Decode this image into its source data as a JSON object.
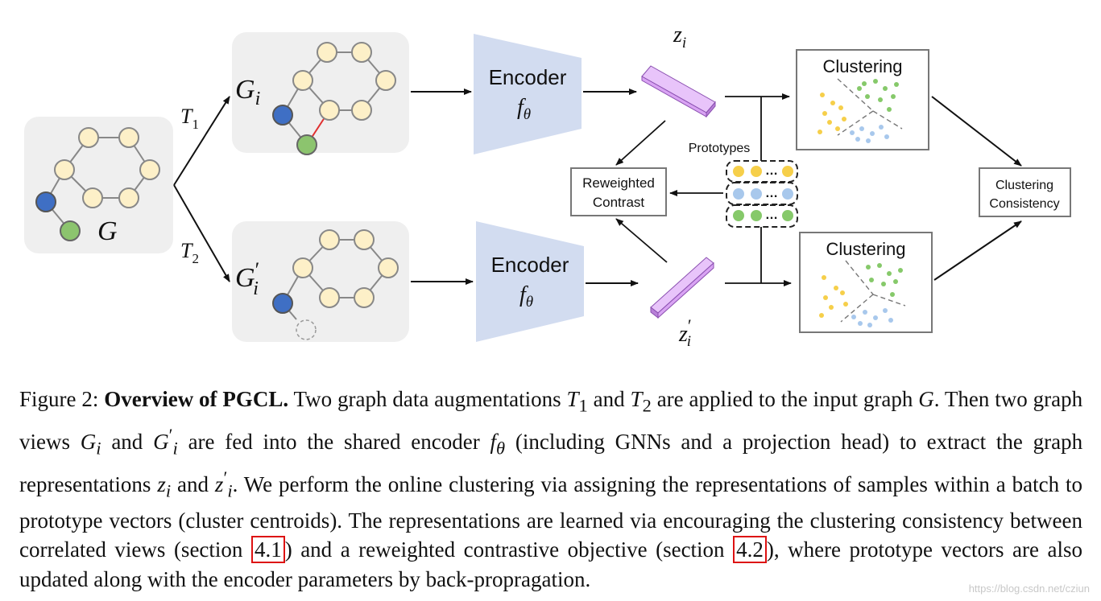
{
  "diagram": {
    "graph_G_label": "G",
    "graph_Gi_label": "G",
    "graph_Gi_sub": "i",
    "graph_Gpi_label": "G",
    "graph_Gpi_prime": "′",
    "graph_Gpi_sub": "i",
    "aug1_label": "T",
    "aug1_sub": "1",
    "aug2_label": "T",
    "aug2_sub": "2",
    "encoder_top_title": "Encoder",
    "encoder_top_fn": "f",
    "encoder_top_fn_sub": "θ",
    "encoder_bottom_title": "Encoder",
    "encoder_bottom_fn": "f",
    "encoder_bottom_fn_sub": "θ",
    "z_top": "z",
    "z_top_sub": "i",
    "z_bottom": "z",
    "z_bottom_prime": "′",
    "z_bottom_sub": "i",
    "prototypes_label": "Prototypes",
    "prototype_ellipsis": "…",
    "reweighted_line1": "Reweighted",
    "reweighted_line2": "Contrast",
    "clustering_top": "Clustering",
    "clustering_bottom": "Clustering",
    "consistency_line1": "Clustering",
    "consistency_line2": "Consistency",
    "colors": {
      "panel_bg": "#efefef",
      "node_fill": "#fdf0c8",
      "node_blue": "#3f6fc4",
      "node_green": "#8cc46e",
      "encoder_fill": "#d2dcf0",
      "proj_fill": "#d9a3f3",
      "cluster_yellow": "#f6cf4a",
      "cluster_green": "#86c96a",
      "cluster_blue": "#a8c8ec",
      "edge_red": "#e03030"
    }
  },
  "caption": {
    "fig_label": "Figure 2:",
    "title": "Overview of PGCL.",
    "s1": "Two graph data augmentations",
    "T": "T",
    "sub1": "1",
    "and": "and",
    "sub2": "2",
    "s2": "are applied to the input graph",
    "G": "G",
    "s3": ". Then two graph views",
    "Gi_sub": "i",
    "and2": "and",
    "prime": "′",
    "s4": "are fed into the shared encoder",
    "f": "f",
    "theta": "θ",
    "s5": "(including GNNs and a projection head) to extract the graph representations",
    "z": "z",
    "and3": "and",
    "s6": ". We perform the online clustering via assigning the representations of samples within a batch to prototype vectors (cluster centroids). The representations are learned via encouraging the clustering consistency between correlated views (section",
    "ref1": "4.1",
    "s7": ") and a reweighted contrastive objective (section",
    "ref2": "4.2",
    "s8": "), where prototype vectors are also updated along with the encoder parameters by back-propragation."
  },
  "watermark": "https://blog.csdn.net/cziun"
}
